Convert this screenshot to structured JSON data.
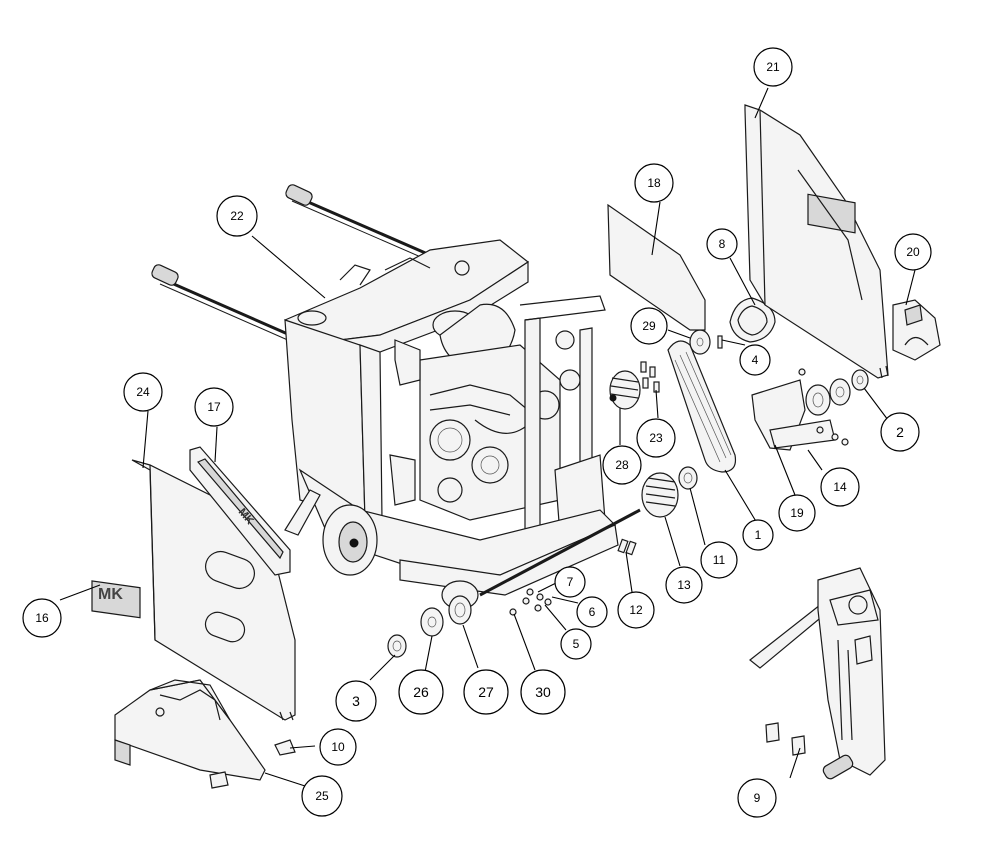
{
  "callouts": [
    {
      "id": "c1",
      "label": "1"
    },
    {
      "id": "c2",
      "label": "2"
    },
    {
      "id": "c3",
      "label": "3"
    },
    {
      "id": "c4",
      "label": "4"
    },
    {
      "id": "c5",
      "label": "5"
    },
    {
      "id": "c6",
      "label": "6"
    },
    {
      "id": "c7",
      "label": "7"
    },
    {
      "id": "c8",
      "label": "8"
    },
    {
      "id": "c9",
      "label": "9"
    },
    {
      "id": "c10",
      "label": "10"
    },
    {
      "id": "c11",
      "label": "11"
    },
    {
      "id": "c12",
      "label": "12"
    },
    {
      "id": "c13",
      "label": "13"
    },
    {
      "id": "c14",
      "label": "14"
    },
    {
      "id": "c16",
      "label": "16"
    },
    {
      "id": "c17",
      "label": "17"
    },
    {
      "id": "c18",
      "label": "18"
    },
    {
      "id": "c19",
      "label": "19"
    },
    {
      "id": "c20",
      "label": "20"
    },
    {
      "id": "c21",
      "label": "21"
    },
    {
      "id": "c22",
      "label": "22"
    },
    {
      "id": "c23",
      "label": "23"
    },
    {
      "id": "c24",
      "label": "24"
    },
    {
      "id": "c25",
      "label": "25"
    },
    {
      "id": "c26",
      "label": "26"
    },
    {
      "id": "c27",
      "label": "27"
    },
    {
      "id": "c28",
      "label": "28"
    },
    {
      "id": "c29",
      "label": "29"
    },
    {
      "id": "c30",
      "label": "30"
    }
  ],
  "logos": {
    "decal_16": "MK",
    "decal_17": "MK"
  },
  "colors": {
    "line": "#1a1a1a",
    "fill": "#f4f4f4",
    "background": "#ffffff"
  }
}
